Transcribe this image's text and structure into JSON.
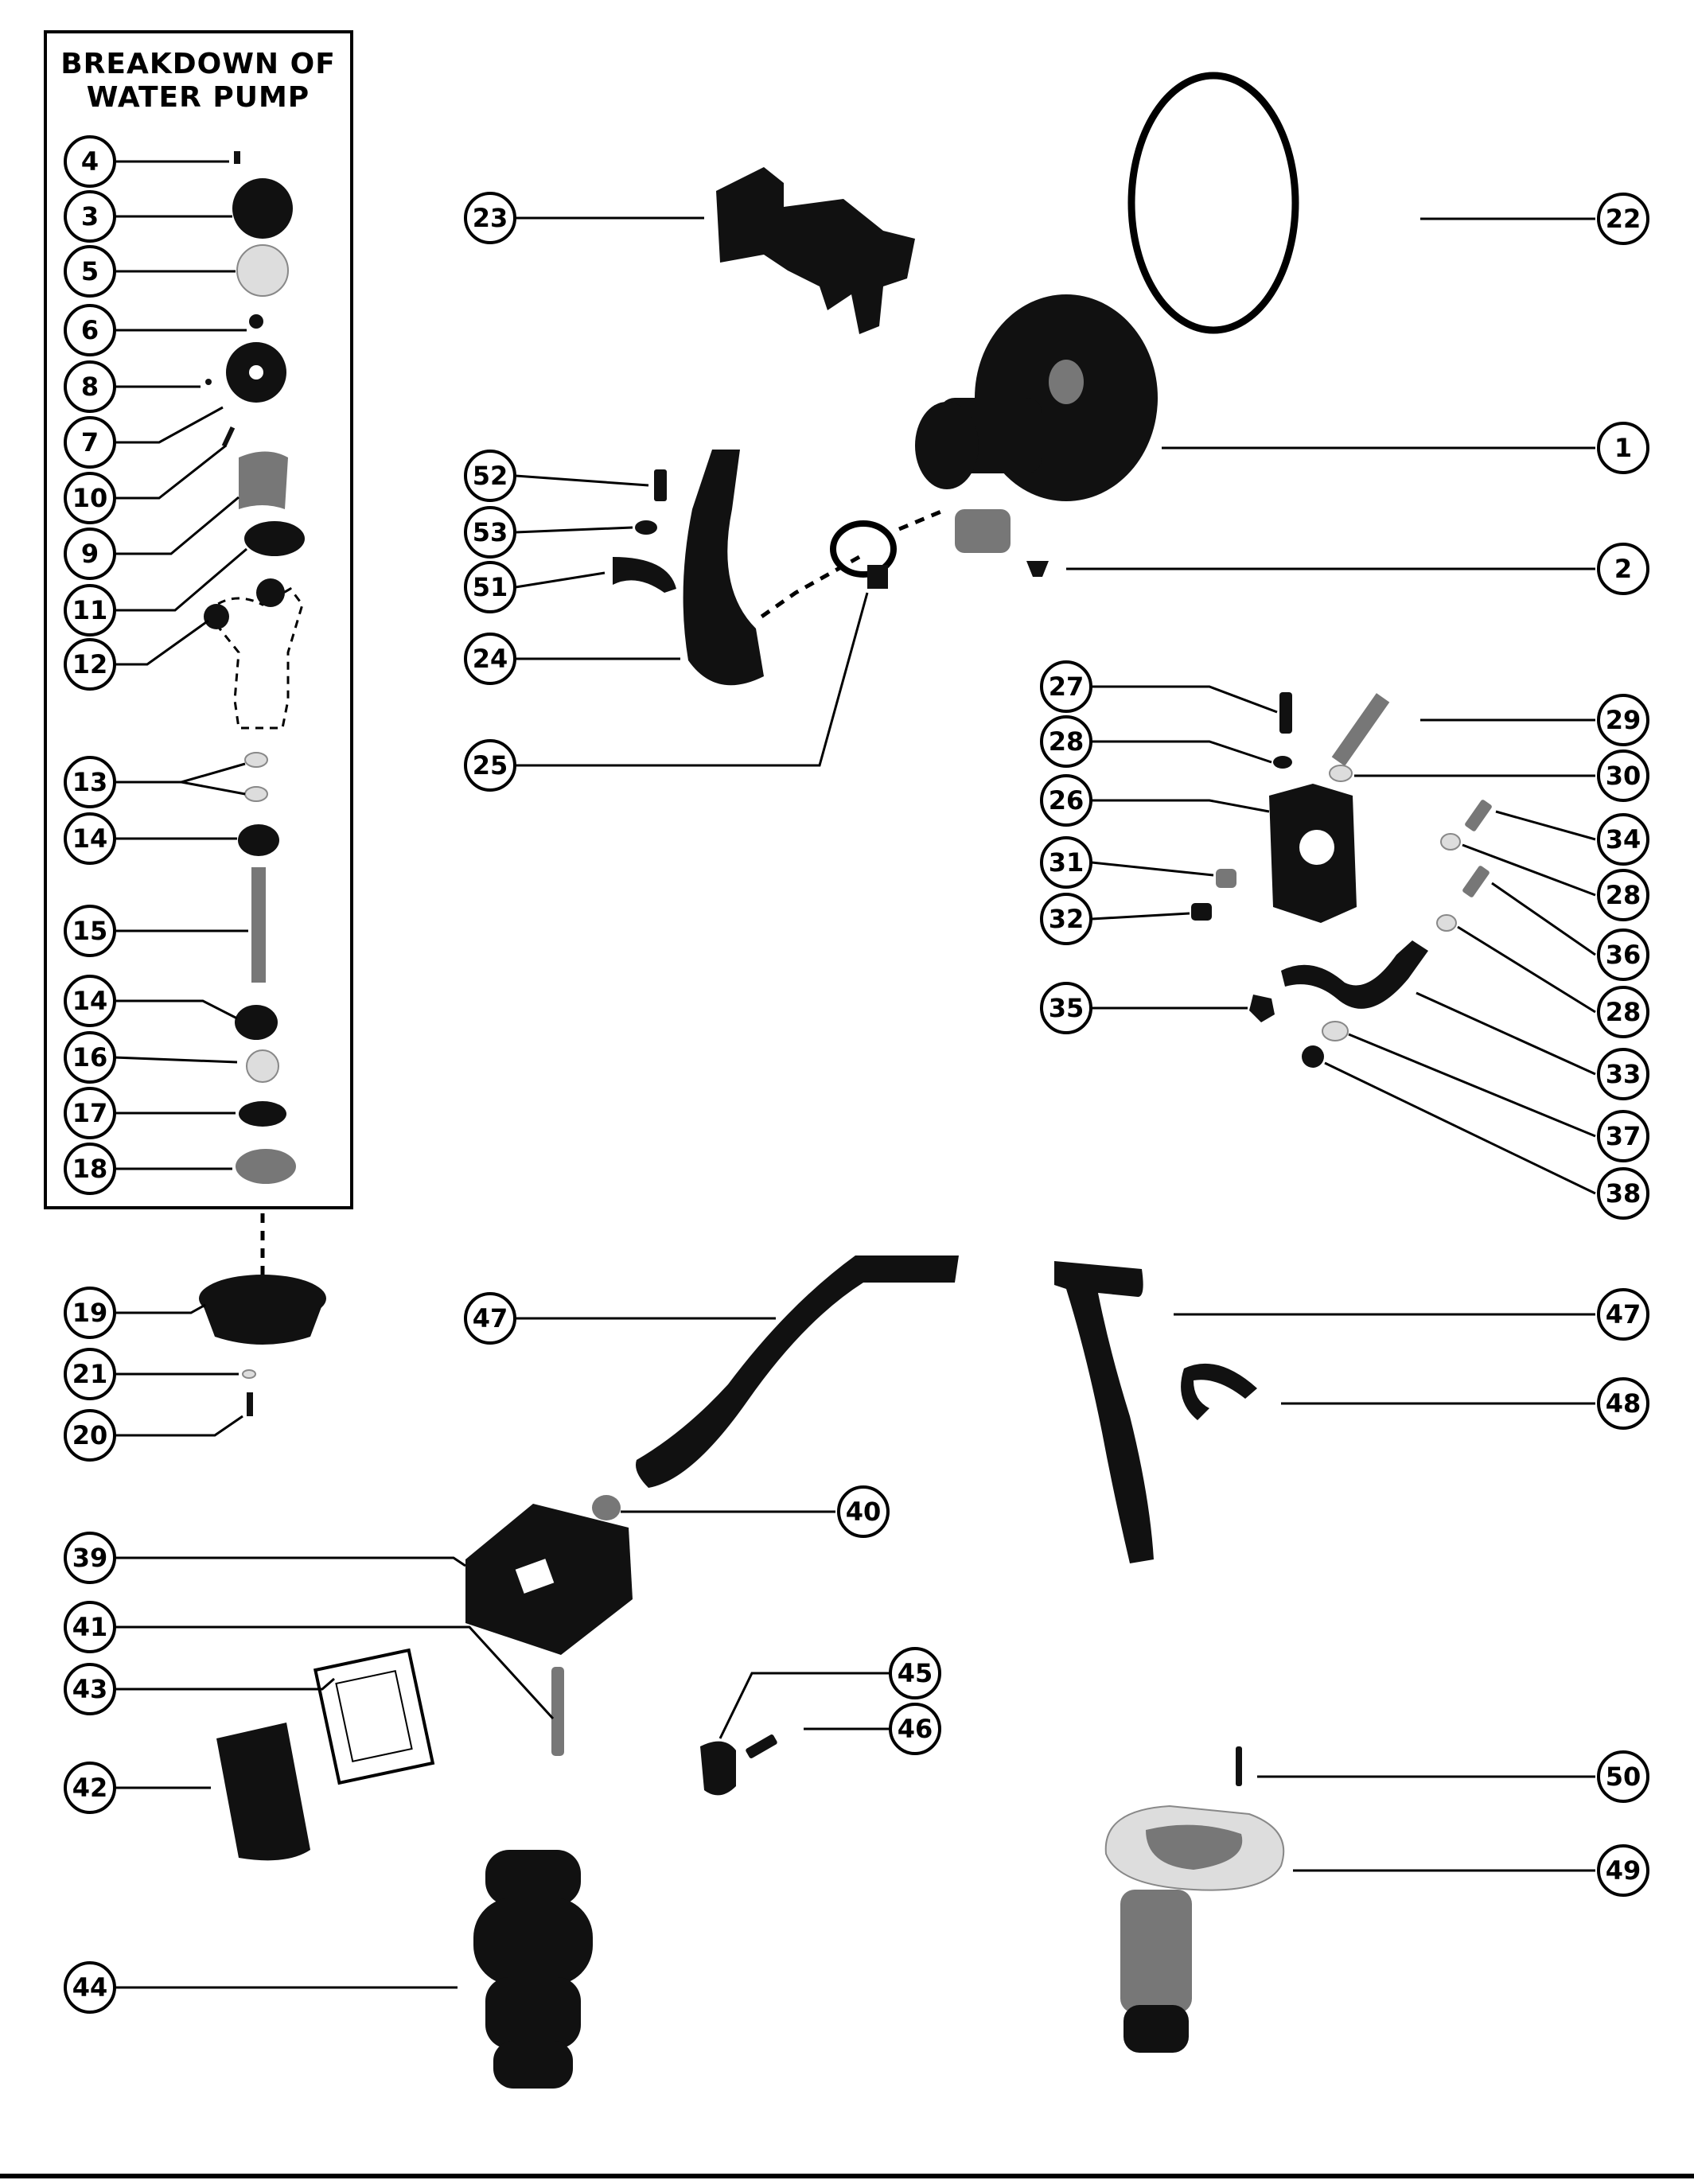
{
  "panel": {
    "title_line1": "BREAKDOWN OF",
    "title_line2": "WATER PUMP"
  },
  "callouts": [
    {
      "id": "c4",
      "label": "4"
    },
    {
      "id": "c3",
      "label": "3"
    },
    {
      "id": "c5",
      "label": "5"
    },
    {
      "id": "c6",
      "label": "6"
    },
    {
      "id": "c8",
      "label": "8"
    },
    {
      "id": "c7",
      "label": "7"
    },
    {
      "id": "c10",
      "label": "10"
    },
    {
      "id": "c9",
      "label": "9"
    },
    {
      "id": "c11",
      "label": "11"
    },
    {
      "id": "c12",
      "label": "12"
    },
    {
      "id": "c13",
      "label": "13"
    },
    {
      "id": "c14a",
      "label": "14"
    },
    {
      "id": "c15",
      "label": "15"
    },
    {
      "id": "c14b",
      "label": "14"
    },
    {
      "id": "c16",
      "label": "16"
    },
    {
      "id": "c17",
      "label": "17"
    },
    {
      "id": "c18",
      "label": "18"
    },
    {
      "id": "c19",
      "label": "19"
    },
    {
      "id": "c21",
      "label": "21"
    },
    {
      "id": "c20",
      "label": "20"
    },
    {
      "id": "c23",
      "label": "23"
    },
    {
      "id": "c52",
      "label": "52"
    },
    {
      "id": "c53",
      "label": "53"
    },
    {
      "id": "c51",
      "label": "51"
    },
    {
      "id": "c24",
      "label": "24"
    },
    {
      "id": "c25",
      "label": "25"
    },
    {
      "id": "c22",
      "label": "22"
    },
    {
      "id": "c1",
      "label": "1"
    },
    {
      "id": "c2",
      "label": "2"
    },
    {
      "id": "c27",
      "label": "27"
    },
    {
      "id": "c28a",
      "label": "28"
    },
    {
      "id": "c26",
      "label": "26"
    },
    {
      "id": "c31",
      "label": "31"
    },
    {
      "id": "c32",
      "label": "32"
    },
    {
      "id": "c35",
      "label": "35"
    },
    {
      "id": "c29",
      "label": "29"
    },
    {
      "id": "c30",
      "label": "30"
    },
    {
      "id": "c34",
      "label": "34"
    },
    {
      "id": "c28b",
      "label": "28"
    },
    {
      "id": "c36",
      "label": "36"
    },
    {
      "id": "c28c",
      "label": "28"
    },
    {
      "id": "c33",
      "label": "33"
    },
    {
      "id": "c37",
      "label": "37"
    },
    {
      "id": "c38",
      "label": "38"
    },
    {
      "id": "c47a",
      "label": "47"
    },
    {
      "id": "c47b",
      "label": "47"
    },
    {
      "id": "c48",
      "label": "48"
    },
    {
      "id": "c40",
      "label": "40"
    },
    {
      "id": "c39",
      "label": "39"
    },
    {
      "id": "c41",
      "label": "41"
    },
    {
      "id": "c43",
      "label": "43"
    },
    {
      "id": "c42",
      "label": "42"
    },
    {
      "id": "c45",
      "label": "45"
    },
    {
      "id": "c46",
      "label": "46"
    },
    {
      "id": "c44",
      "label": "44"
    },
    {
      "id": "c50",
      "label": "50"
    },
    {
      "id": "c49",
      "label": "49"
    }
  ]
}
